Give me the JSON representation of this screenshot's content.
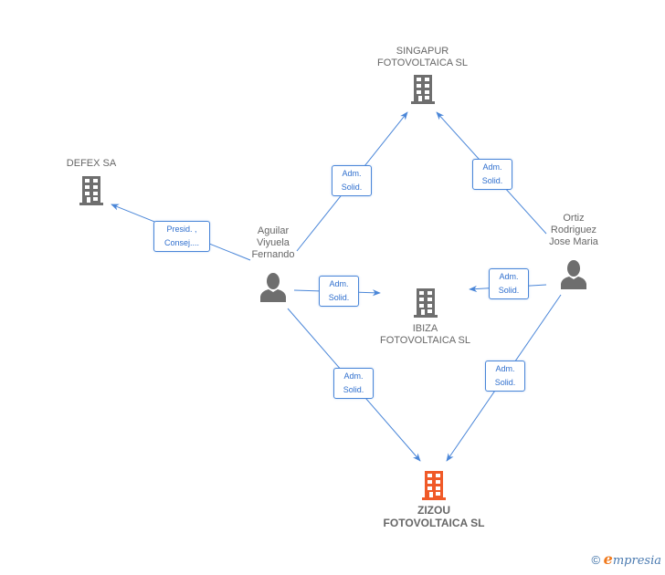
{
  "colors": {
    "edge": "#4a86d8",
    "node_icon": "#6e6e6e",
    "target_icon": "#f05a28",
    "label_text": "#666666"
  },
  "nodes": [
    {
      "id": "singapur",
      "type": "company",
      "label": "SINGAPUR\nFOTOVOLTAICA SL",
      "icon": "building-icon"
    },
    {
      "id": "defex",
      "type": "company",
      "label": "DEFEX SA",
      "icon": "building-icon"
    },
    {
      "id": "aguilar",
      "type": "person",
      "label": "Aguilar\nViyuela\nFernando",
      "icon": "person-icon"
    },
    {
      "id": "ortiz",
      "type": "person",
      "label": "Ortiz\nRodriguez\nJose Maria",
      "icon": "person-icon"
    },
    {
      "id": "ibiza",
      "type": "company",
      "label": "IBIZA\nFOTOVOLTAICA SL",
      "icon": "building-icon"
    },
    {
      "id": "zizou",
      "type": "company-target",
      "label": "ZIZOU\nFOTOVOLTAICA SL",
      "icon": "building-icon"
    }
  ],
  "edges": [
    {
      "from": "aguilar",
      "to": "defex",
      "label": "Presid. ,\nConsej...."
    },
    {
      "from": "aguilar",
      "to": "singapur",
      "label": "Adm.\nSolid."
    },
    {
      "from": "ortiz",
      "to": "singapur",
      "label": "Adm.\nSolid."
    },
    {
      "from": "aguilar",
      "to": "ibiza",
      "label": "Adm.\nSolid."
    },
    {
      "from": "ortiz",
      "to": "ibiza",
      "label": "Adm.\nSolid."
    },
    {
      "from": "aguilar",
      "to": "zizou",
      "label": "Adm.\nSolid."
    },
    {
      "from": "ortiz",
      "to": "zizou",
      "label": "Adm.\nSolid."
    }
  ],
  "footer": {
    "copyright": "©",
    "brand_initial": "e",
    "brand_rest": "mpresia"
  }
}
